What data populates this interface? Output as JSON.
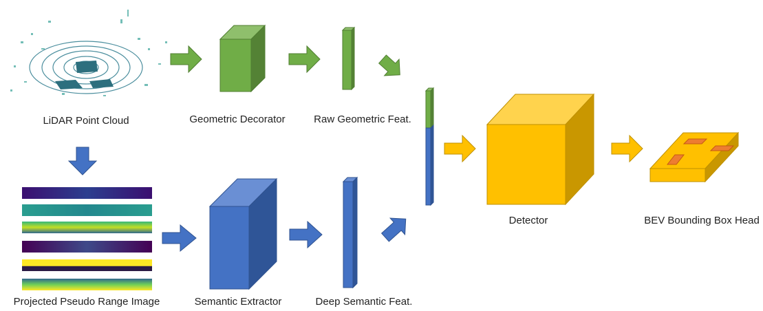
{
  "labels": {
    "point_cloud": "LiDAR Point Cloud",
    "range_image": "Projected Pseudo Range Image",
    "geometric_decorator": "Geometric Decorator",
    "raw_geometric_feat": "Raw Geometric Feat.",
    "semantic_extractor": "Semantic Extractor",
    "deep_semantic_feat": "Deep Semantic Feat.",
    "detector": "Detector",
    "bev_head": "BEV Bounding Box Head"
  },
  "colors": {
    "geometric": "#70ad47",
    "semantic": "#4472c4",
    "detector": "#ffc000",
    "bbox": "#ed7d31"
  }
}
